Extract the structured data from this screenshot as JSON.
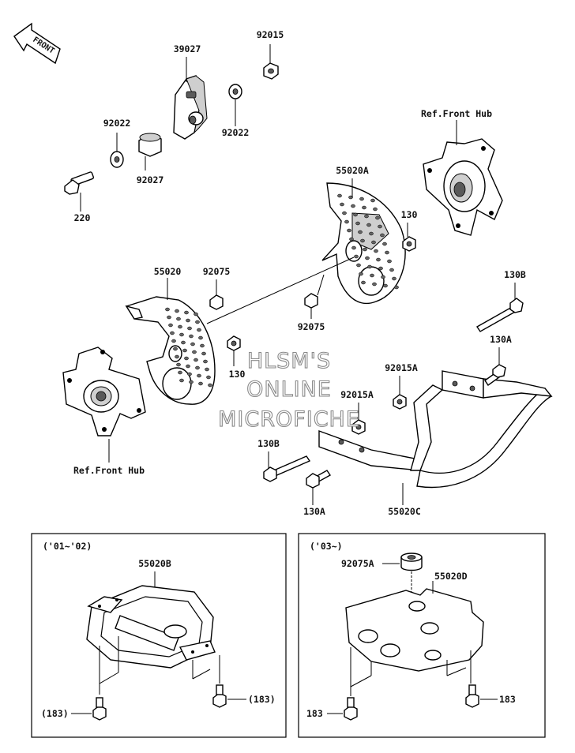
{
  "arrow_label": "FRONT",
  "labels": {
    "p39027": "39027",
    "p92015_top": "92015",
    "p92022_left": "92022",
    "p92022_right": "92022",
    "p92027": "92027",
    "p220": "220",
    "ref_hub_top": "Ref.Front Hub",
    "p55020A": "55020A",
    "p130_right": "130",
    "p55020": "55020",
    "p92075_left": "92075",
    "p92075_mid": "92075",
    "p130_left": "130",
    "p130B_right": "130B",
    "p130A_right": "130A",
    "p92015A_upper": "92015A",
    "p92015A_lower": "92015A",
    "p130B_left": "130B",
    "p130A_bottom": "130A",
    "p55020C": "55020C",
    "ref_hub_bottom": "Ref.Front Hub"
  },
  "watermark": [
    "HLSM'S",
    "ONLINE",
    "MICROFICHE"
  ],
  "box_left": {
    "year": "('01~'02)",
    "part": "55020B",
    "bolt_left": "(183)",
    "bolt_right": "(183)"
  },
  "box_right": {
    "year": "('03~)",
    "part_upper": "92075A",
    "part_main": "55020D",
    "bolt_left": "183",
    "bolt_right": "183"
  }
}
